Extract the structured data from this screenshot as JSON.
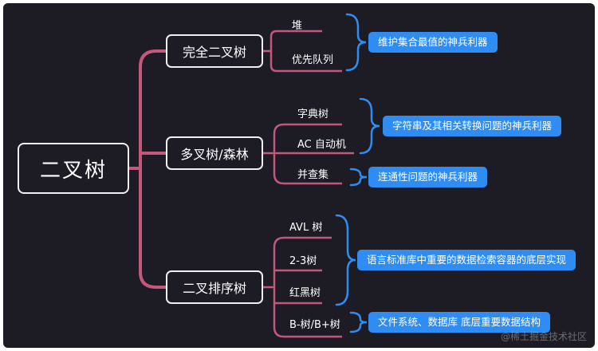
{
  "root": {
    "label": "二叉树"
  },
  "branches": [
    {
      "label": "完全二叉树",
      "leaves": [
        "堆",
        "优先队列"
      ]
    },
    {
      "label": "多叉树/森林",
      "leaves": [
        "字典树",
        "AC 自动机",
        "并查集"
      ]
    },
    {
      "label": "二叉排序树",
      "leaves": [
        "AVL 树",
        "2-3树",
        "红黑树",
        "B-树/B+树"
      ]
    }
  ],
  "callouts": [
    "维护集合最值的神兵利器",
    "字符串及其相关转换问题的神兵利器",
    "连通性问题的神兵利器",
    "语言标准库中重要的数据检索容器的底层实现",
    "文件系统、数据库 底层重要数据结构"
  ],
  "watermark": "@稀土掘金技术社区",
  "colors": {
    "background": "#1d1b24",
    "connector": "#c4587a",
    "brace": "#2f8cf2",
    "callout": "#2f8cf2",
    "node_border": "#f0f0f0"
  }
}
